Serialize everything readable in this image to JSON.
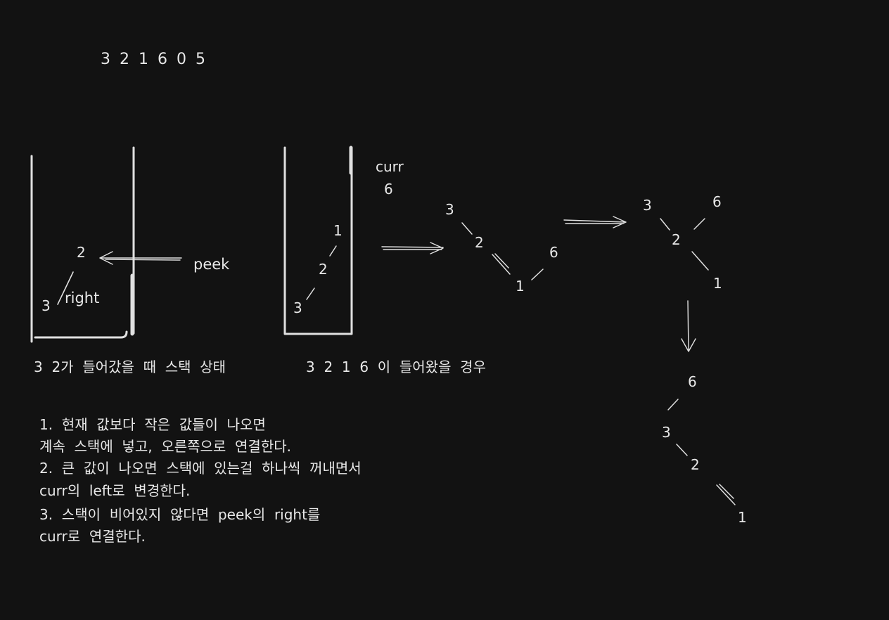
{
  "sequence": "3 2 1 6 0 5",
  "stack1": {
    "items": [
      "2",
      "3"
    ],
    "right_label": "right",
    "peek_label": "peek",
    "caption": "3  2가  들어갔을  때  스택  상태"
  },
  "stack2": {
    "items": [
      "1",
      "2",
      "3"
    ],
    "curr_label": "curr",
    "curr_value": "6",
    "caption": "3  2  1  6  이  들어왔을  경우"
  },
  "tree1": {
    "nodes": [
      "3",
      "2",
      "1",
      "6"
    ]
  },
  "tree2": {
    "nodes": [
      "3",
      "6",
      "2",
      "1"
    ]
  },
  "tree3": {
    "nodes": [
      "6",
      "3",
      "2",
      "1"
    ]
  },
  "notes": [
    "1.  현재  값보다  작은  값들이  나오면",
    "계속  스택에  넣고,  오른쪽으로  연결한다.",
    "2.  큰  값이  나오면  스택에  있는걸  하나씩  꺼내면서",
    "curr의  left로  변경한다.",
    "3.  스택이  비어있지  않다면  peek의  right를",
    "curr로  연결한다."
  ],
  "colors": {
    "background": "#121212",
    "stroke": "#e0e0e0",
    "text": "#e8e8e8"
  }
}
